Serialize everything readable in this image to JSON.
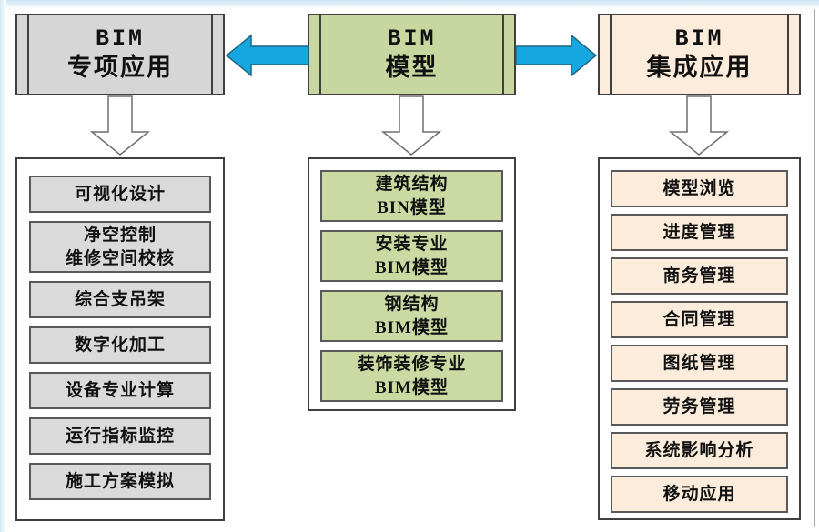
{
  "diagram": {
    "title": "BIM model and applications diagram",
    "colors": {
      "arrow_blue": "#16a6e0",
      "arrow_blue_outline": "#21657f",
      "box_border": "#3f3f3f",
      "item_border": "#595959",
      "down_arrow_outline": "#6e6e6e",
      "left_fill": "#d6d6d6",
      "center_fill": "#c8d7a0",
      "right_fill": "#fcecdb"
    },
    "columns": [
      {
        "id": "bim-special-applications",
        "header": {
          "line1": "BIM",
          "line2": "专项应用"
        },
        "items": [
          "可视化设计",
          "净空控制\n维修空间校核",
          "综合支吊架",
          "数字化加工",
          "设备专业计算",
          "运行指标监控",
          "施工方案模拟"
        ]
      },
      {
        "id": "bim-model",
        "header": {
          "line1": "BIM",
          "line2": "模型"
        },
        "items": [
          "建筑结构\nBIN模型",
          "安装专业\nBIM模型",
          "钢结构\nBIM模型",
          "装饰装修专业\nBIM模型"
        ]
      },
      {
        "id": "bim-integrated-applications",
        "header": {
          "line1": "BIM",
          "line2": "集成应用"
        },
        "items": [
          "模型浏览",
          "进度管理",
          "商务管理",
          "合同管理",
          "图纸管理",
          "劳务管理",
          "系统影响分析",
          "移动应用"
        ]
      }
    ]
  }
}
